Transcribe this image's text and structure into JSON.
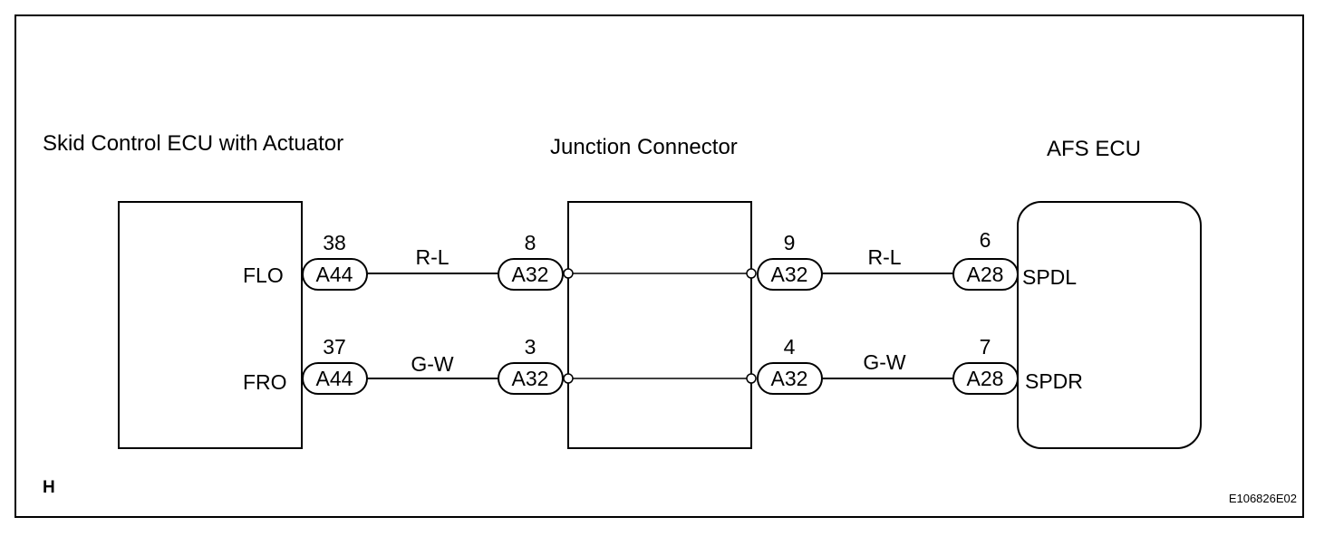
{
  "components": {
    "skid_ecu": {
      "title": "Skid Control ECU with Actuator"
    },
    "junction": {
      "title": "Junction Connector"
    },
    "afs_ecu": {
      "title": "AFS ECU"
    }
  },
  "circuits": [
    {
      "skid_signal": "FLO",
      "skid_pin": "38",
      "skid_connector": "A44",
      "wire_left": "R-L",
      "junction_in_pin": "8",
      "junction_in_connector": "A32",
      "junction_out_pin": "9",
      "junction_out_connector": "A32",
      "wire_right": "R-L",
      "afs_pin": "6",
      "afs_connector": "A28",
      "afs_signal": "SPDL"
    },
    {
      "skid_signal": "FRO",
      "skid_pin": "37",
      "skid_connector": "A44",
      "wire_left": "G-W",
      "junction_in_pin": "3",
      "junction_in_connector": "A32",
      "junction_out_pin": "4",
      "junction_out_connector": "A32",
      "wire_right": "G-W",
      "afs_pin": "7",
      "afs_connector": "A28",
      "afs_signal": "SPDR"
    }
  ],
  "corner_label": "H",
  "figure_id": "E106826E02"
}
